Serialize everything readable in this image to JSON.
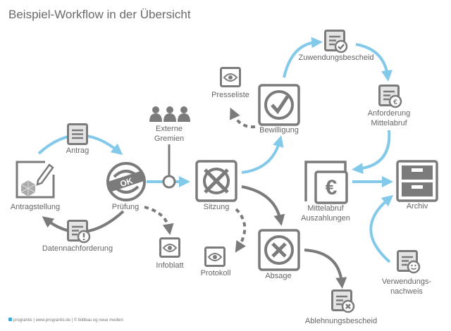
{
  "title": "Beispiel-Workflow in der Übersicht",
  "nodes": {
    "antragstellung": "Antragstellung",
    "antrag": "Antrag",
    "pruefung": "Prüfung",
    "pruefung_stamp": "OK",
    "datennachforderung": "Datennachforderung",
    "externe_gremien_1": "Externe",
    "externe_gremien_2": "Gremien",
    "sitzung": "Sitzung",
    "infoblatt": "Infoblatt",
    "protokoll": "Protokoll",
    "presseliste": "Presseliste",
    "bewilligung": "Bewilligung",
    "absage": "Absage",
    "ablehnungsbescheid": "Ablehnungsbescheid",
    "zuwendungsbescheid": "Zuwendungsbescheid",
    "anforderung_1": "Anforderung",
    "anforderung_2": "Mittelabruf",
    "mittelabruf_1": "Mittelabruf",
    "mittelabruf_2": "Auszahlungen",
    "archiv": "Archiv",
    "verwendung_1": "Verwendungs-",
    "verwendung_2": "nachweis"
  },
  "colors": {
    "gray": "#7b7b7b",
    "blue": "#82c9ea",
    "light": "#e4e4e4"
  },
  "footer": "prograntis | www.prograntis.de  |  © bildbau og neue medien"
}
